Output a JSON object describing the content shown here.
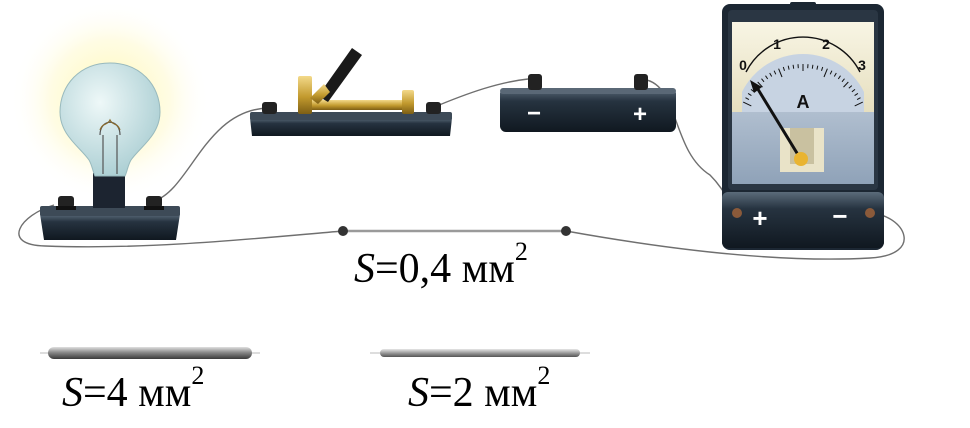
{
  "labels": {
    "main_wire": {
      "symbol": "S",
      "value": "=0,4 мм",
      "power": "2"
    },
    "wire_left": {
      "symbol": "S",
      "value": "=4 мм",
      "power": "2"
    },
    "wire_right": {
      "symbol": "S",
      "value": "=2 мм",
      "power": "2"
    }
  },
  "battery": {
    "minus": "−",
    "plus": "+"
  },
  "ammeter": {
    "unit": "A",
    "scale": [
      "0",
      "1",
      "2",
      "3"
    ],
    "terminal_plus": "+",
    "terminal_minus": "−"
  },
  "colors": {
    "base_dark": "#1c2733",
    "brass": "#c9a43a",
    "bulb_glass": "#cfe6ea",
    "dial_face": "#f4f0dc"
  }
}
